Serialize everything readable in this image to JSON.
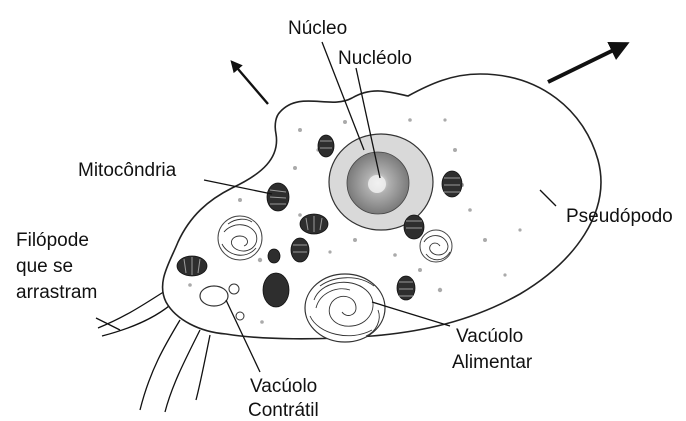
{
  "labels": {
    "nucleo": "Núcleo",
    "nucleolo": "Nucléolo",
    "mitocondria": "Mitocôndria",
    "pseudopodo": "Pseudópodo",
    "filopode_line1": "Filópode",
    "filopode_line2": "que se",
    "filopode_line3": "arrastram",
    "vacuolo_alimentar_line1": "Vacúolo",
    "vacuolo_alimentar_line2": "Alimentar",
    "vacuolo_contratil_line1": "Vacúolo",
    "vacuolo_contratil_line2": "Contrátil"
  },
  "colors": {
    "outline": "#222222",
    "nucleus_envelope": "#d9d9d9",
    "nucleus_inner": "#7a7a7a",
    "nucleolus": "#a6a6a6",
    "mitochondria": "#2e2e2e"
  },
  "icons": [
    "movement-arrow-icon"
  ]
}
